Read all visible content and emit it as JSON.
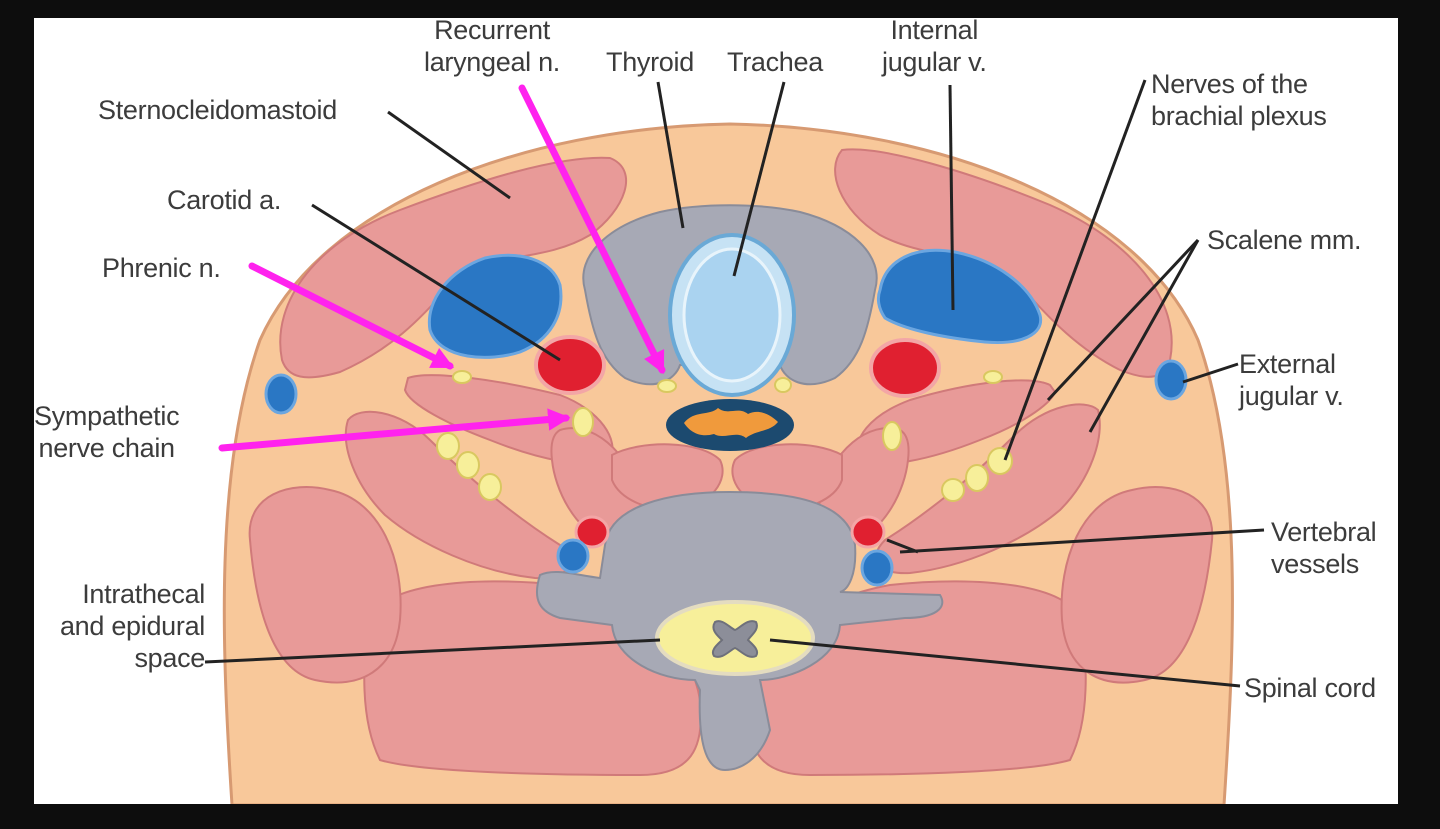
{
  "labels": {
    "sternocleidomastoid": "Sternocleidomastoid",
    "carotid": "Carotid a.",
    "phrenic": "Phrenic n.",
    "sympathetic": "Sympathetic\nnerve chain",
    "recurrent": "Recurrent\nlaryngeal n.",
    "thyroid": "Thyroid",
    "trachea": "Trachea",
    "internal_jugular": "Internal\njugular v.",
    "brachial": "Nerves of the\nbrachial plexus",
    "scalene": "Scalene mm.",
    "external_jugular": "External\njugular v.",
    "vertebral": "Vertebral\nvessels",
    "intrathecal": "Intrathecal\nand epidural\nspace",
    "spinal_cord": "Spinal cord"
  },
  "colors": {
    "skin": "#f8c89a",
    "muscle": "#e89a98",
    "muscle_edge": "#d07a7a",
    "artery": "#e02030",
    "vein": "#2a77c4",
    "bone": "#a7a9b5",
    "nerve": "#f7ef9a",
    "trachea": "#c6e2f4",
    "arrow": "#ff22ee",
    "leader": "#222222"
  }
}
